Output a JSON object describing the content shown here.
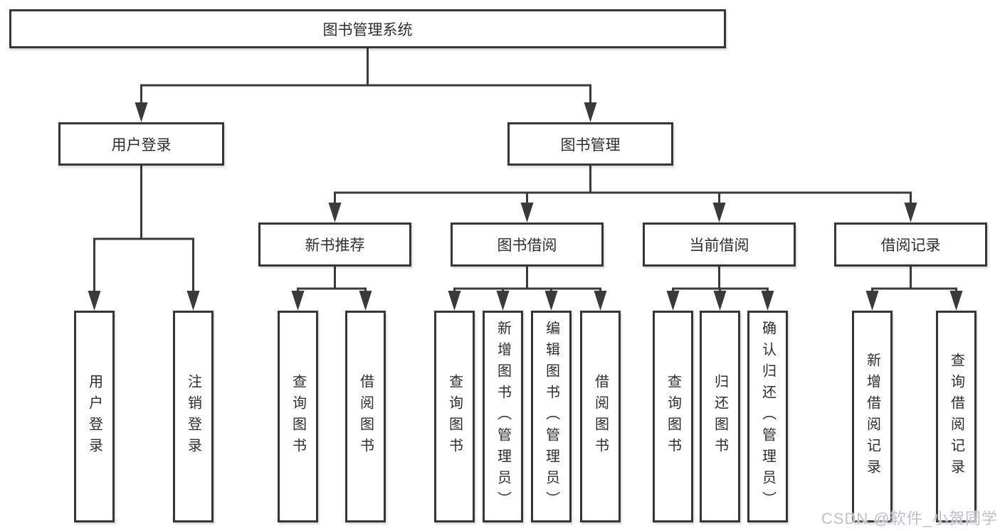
{
  "tree": {
    "root": {
      "label": "图书管理系统"
    },
    "branches": [
      {
        "label": "用户登录",
        "children": [
          {
            "label": "用户登录"
          },
          {
            "label": "注销登录"
          }
        ]
      },
      {
        "label": "图书管理",
        "children": [
          {
            "label": "新书推荐",
            "children": [
              {
                "label": "查询图书"
              },
              {
                "label": "借阅图书"
              }
            ]
          },
          {
            "label": "图书借阅",
            "children": [
              {
                "label": "查询图书"
              },
              {
                "label": "新增图书（管理员）"
              },
              {
                "label": "编辑图书（管理员）"
              },
              {
                "label": "借阅图书"
              }
            ]
          },
          {
            "label": "当前借阅",
            "children": [
              {
                "label": "查询图书"
              },
              {
                "label": "归还图书"
              },
              {
                "label": "确认归还（管理员）"
              }
            ]
          },
          {
            "label": "借阅记录",
            "children": [
              {
                "label": "新增借阅记录"
              },
              {
                "label": "查询借阅记录"
              }
            ]
          }
        ]
      }
    ]
  },
  "watermark": {
    "text": "CSDN @软件_小贺同学"
  },
  "colors": {
    "line": "#3a3a3a",
    "box_border": "#363636",
    "label_text": "#2e2e2e",
    "watermark": "#bdc1c7",
    "background": "#ffffff"
  }
}
